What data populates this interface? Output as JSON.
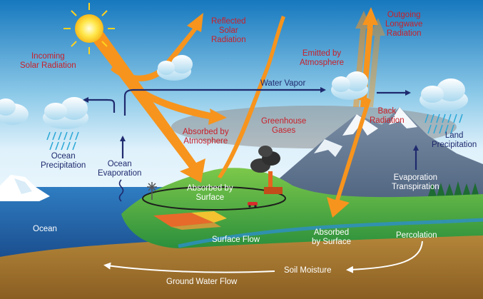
{
  "colors": {
    "sky_top": "#1678be",
    "sky_bottom": "#dff1fb",
    "solar_arrow": "#f7941d",
    "vapor_arrow": "#1f2a6e",
    "label_red": "#c8202a",
    "label_navy": "#1f2a6e",
    "ocean": "#2b6fb5",
    "grass": "#3fae49",
    "soil": "#a8782f"
  },
  "labels": {
    "incoming": [
      "Incoming",
      "Solar Radiation"
    ],
    "reflected": [
      "Reflected",
      "Solar",
      "Radiation"
    ],
    "outgoing": [
      "Outgoing",
      "Longwave",
      "Radiation"
    ],
    "emitted": [
      "Emitted by",
      "Atmosphere"
    ],
    "water_vapor": "Water Vapor",
    "greenhouse": [
      "Greenhouse",
      "Gases"
    ],
    "absorbed_atm": [
      "Absorbed by",
      "Atmosphere"
    ],
    "back_radiation": [
      "Back",
      "Radiation"
    ],
    "land_precip": [
      "Land",
      "Precipitation"
    ],
    "ocean_precip": [
      "Ocean",
      "Precipitation"
    ],
    "ocean_evap": [
      "Ocean",
      "Evaporation"
    ],
    "absorbed_surface_left": [
      "Absorbed by",
      "Surface"
    ],
    "evap_transp": [
      "Evaporation",
      "Transpiration"
    ],
    "ocean": "Ocean",
    "surface_flow": "Surface Flow",
    "absorbed_surface_right": [
      "Absorbed",
      "by Surface"
    ],
    "percolation": "Percolation",
    "soil_moisture": "Soil Moisture",
    "ground_water": "Ground Water Flow"
  },
  "icons": [
    "sun-icon",
    "cloud-icon",
    "rain-cloud-icon",
    "mountain-icon",
    "factory-icon",
    "windmill-icon",
    "iceberg-icon",
    "car-icon",
    "farm-field-icon",
    "forest-icon"
  ]
}
